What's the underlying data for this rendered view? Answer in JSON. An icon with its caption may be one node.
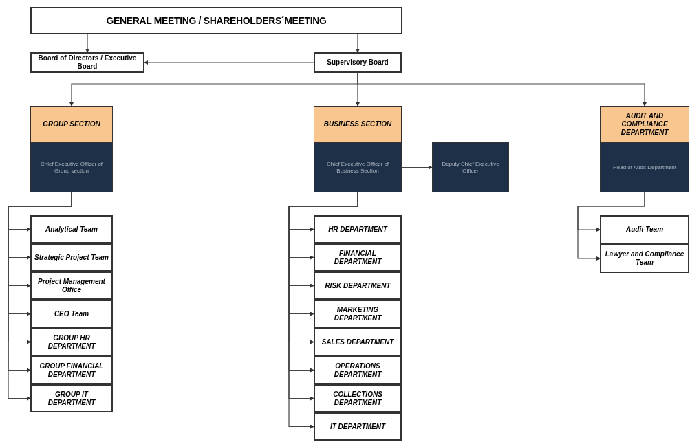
{
  "diagram": {
    "nodes": [
      {
        "text": [
          "GENERAL MEETING / SHAREHOLDERS´MEETING"
        ]
      },
      {
        "text": [
          "Board of Directors / Executive Board"
        ]
      },
      {
        "text": [
          "Supervisory Board"
        ]
      },
      {
        "text": [
          "GROUP SECTION",
          "Chief Executive Officer of Group section"
        ]
      },
      {
        "text": [
          "BUSINESS SECTION",
          "Chief Executive Officer of Business Section"
        ]
      },
      {
        "text": [
          "Deputy Chief Executive Officer"
        ]
      },
      {
        "text": [
          "AUDIT AND COMPLIANCE DEPARTMENT",
          "Head of Audit Department"
        ]
      },
      {
        "text": [
          "Analytical Team"
        ]
      },
      {
        "text": [
          "Strategic Project Team"
        ]
      },
      {
        "text": [
          "Project Management Office"
        ]
      },
      {
        "text": [
          "CEO Team"
        ]
      },
      {
        "text": [
          "GROUP HR DEPARTMENT"
        ]
      },
      {
        "text": [
          "GROUP FINANCIAL DEPARTMENT"
        ]
      },
      {
        "text": [
          "GROUP IT DEPARTMENT"
        ]
      },
      {
        "text": [
          "HR DEPARTMENT"
        ]
      },
      {
        "text": [
          "FINANCIAL DEPARTMENT"
        ]
      },
      {
        "text": [
          "RISK DEPARTMENT"
        ]
      },
      {
        "text": [
          "MARKETING DEPARTMENT"
        ]
      },
      {
        "text": [
          "SALES DEPARTMENT"
        ]
      },
      {
        "text": [
          "OPERATIONS DEPARTMENT"
        ]
      },
      {
        "text": [
          "COLLECTIONS DEPARTMENT"
        ]
      },
      {
        "text": [
          "IT DEPARTMENT"
        ]
      },
      {
        "text": [
          "Audit Team"
        ]
      },
      {
        "text": [
          "Lawyer and Compliance Team"
        ]
      }
    ],
    "edges": [
      {
        "from": 0,
        "to": 1,
        "arrow": "to"
      },
      {
        "from": 0,
        "to": 2,
        "arrow": "to"
      },
      {
        "from": 2,
        "to": 1,
        "arrow": "to"
      },
      {
        "from": 2,
        "to": 3,
        "arrow": "to"
      },
      {
        "from": 2,
        "to": 4,
        "arrow": "to"
      },
      {
        "from": 2,
        "to": 6,
        "arrow": "to"
      },
      {
        "from": 4,
        "to": 5,
        "arrow": "to"
      },
      {
        "from": 3,
        "to": 7,
        "arrow": "to"
      },
      {
        "from": 3,
        "to": 8,
        "arrow": "to"
      },
      {
        "from": 3,
        "to": 9,
        "arrow": "to"
      },
      {
        "from": 3,
        "to": 10,
        "arrow": "to"
      },
      {
        "from": 3,
        "to": 11,
        "arrow": "to"
      },
      {
        "from": 3,
        "to": 12,
        "arrow": "to"
      },
      {
        "from": 3,
        "to": 13,
        "arrow": "to"
      },
      {
        "from": 4,
        "to": 14,
        "arrow": "to"
      },
      {
        "from": 4,
        "to": 15,
        "arrow": "to"
      },
      {
        "from": 4,
        "to": 16,
        "arrow": "to"
      },
      {
        "from": 4,
        "to": 17,
        "arrow": "to"
      },
      {
        "from": 4,
        "to": 18,
        "arrow": "to"
      },
      {
        "from": 4,
        "to": 19,
        "arrow": "to"
      },
      {
        "from": 4,
        "to": 20,
        "arrow": "to"
      },
      {
        "from": 4,
        "to": 21,
        "arrow": "to"
      },
      {
        "from": 6,
        "to": 22,
        "arrow": "to"
      },
      {
        "from": 6,
        "to": 23,
        "arrow": "to"
      }
    ]
  }
}
